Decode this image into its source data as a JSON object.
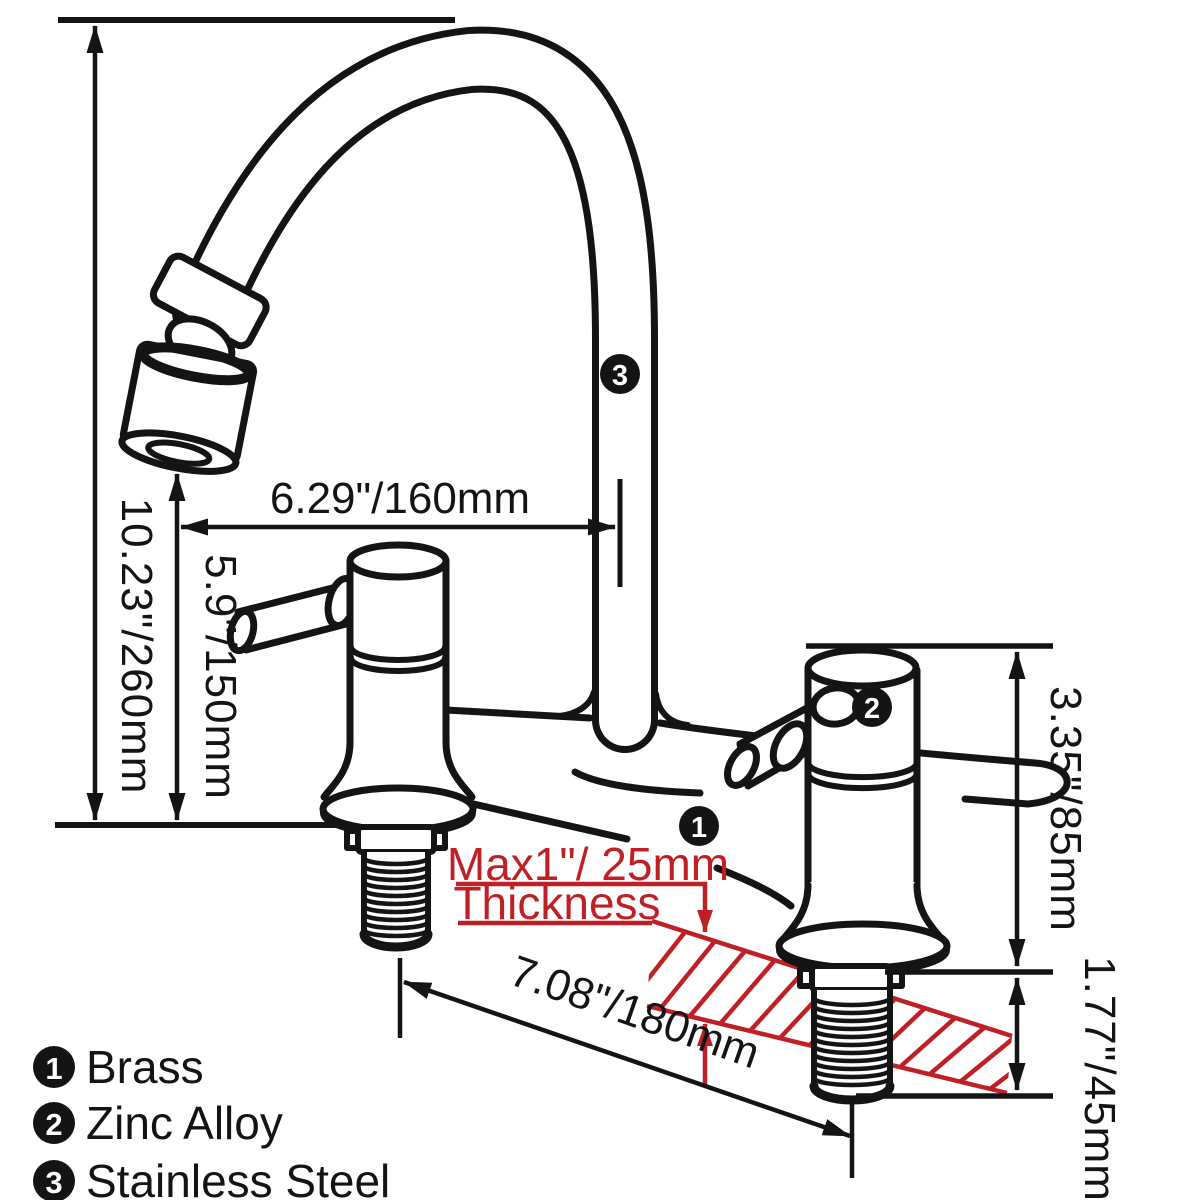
{
  "diagram": {
    "type": "faucet-installation-dimension-diagram",
    "background": "#ffffff",
    "colors": {
      "line_black": "#141414",
      "annotation_red": "#bf2026"
    },
    "dimensions": {
      "overall_height": {
        "label": "10.23\"/260mm"
      },
      "spout_reach": {
        "label": "6.29\"/160mm"
      },
      "outlet_clearance": {
        "label": "5.9\"/150mm"
      },
      "handle_height": {
        "label": "3.35\"/85mm"
      },
      "shank_length": {
        "label": "1.77\"/45mm"
      },
      "base_width": {
        "label": "7.08\"/180mm"
      }
    },
    "thickness_note": {
      "line1": "Max1\"/ 25mm",
      "line2": "Thickness"
    },
    "part_markers": [
      {
        "number": "1"
      },
      {
        "number": "2"
      },
      {
        "number": "3"
      }
    ],
    "legend": [
      {
        "marker": "1",
        "label": "Brass"
      },
      {
        "marker": "2",
        "label": "Zinc Alloy"
      },
      {
        "marker": "3",
        "label": "Stainless Steel"
      }
    ]
  }
}
